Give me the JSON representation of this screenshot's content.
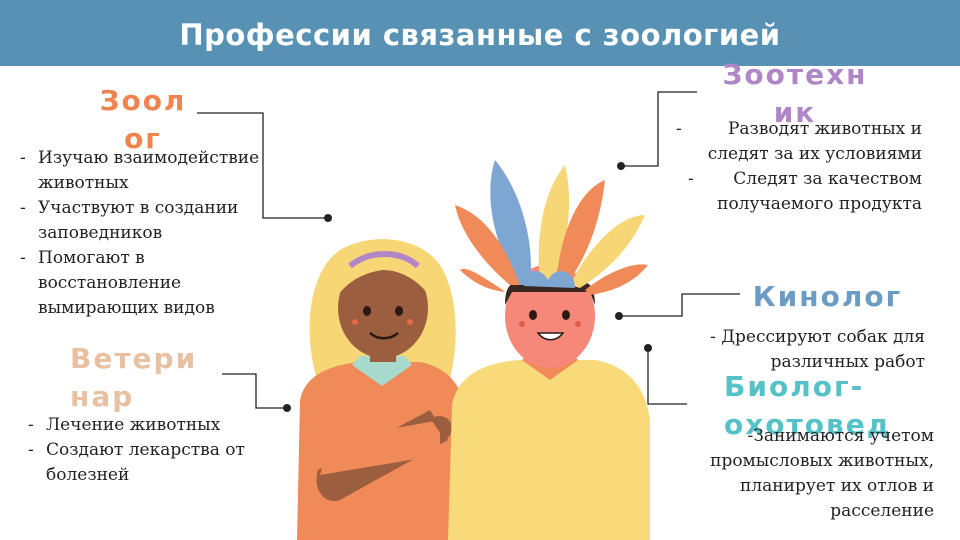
{
  "title": "Профессии связанные с зоологией",
  "colors": {
    "header_bg": "#5792b5",
    "zoolog": "#f0844f",
    "zootechnik": "#b087c6",
    "veterinar": "#e8c1a3",
    "kinolog": "#6b9cc4",
    "biolog": "#54c2c6",
    "text": "#222222"
  },
  "professions": {
    "zoolog": {
      "name_line1": "Зоол",
      "name_line2": "ог",
      "items": [
        "Изучаю взаимодействие животных",
        "Участвуют в создании заповедников",
        "Помогают в восстановление вымирающих видов"
      ]
    },
    "zootechnik": {
      "name_line1": "Зоотехн",
      "name_line2": "ик",
      "items": [
        "Разводят животных и следят за их условиями",
        "Следят за качеством получаемого продукта"
      ]
    },
    "veterinar": {
      "name_line1": "Ветери",
      "name_line2": "нар",
      "items": [
        "Лечение животных",
        "Создают лекарства от болезней"
      ]
    },
    "kinolog": {
      "name": "Кинолог",
      "items": [
        "- Дрессируют собак для различных работ"
      ]
    },
    "biolog": {
      "name_line1": "Биолог-",
      "name_line2": "охотовед",
      "items": [
        "-Занимаются учетом промысловых животных, планирует их отлов и расселение"
      ]
    }
  },
  "icons": {
    "girl": "girl-illustration-icon",
    "boy": "boy-with-feathers-illustration-icon"
  }
}
